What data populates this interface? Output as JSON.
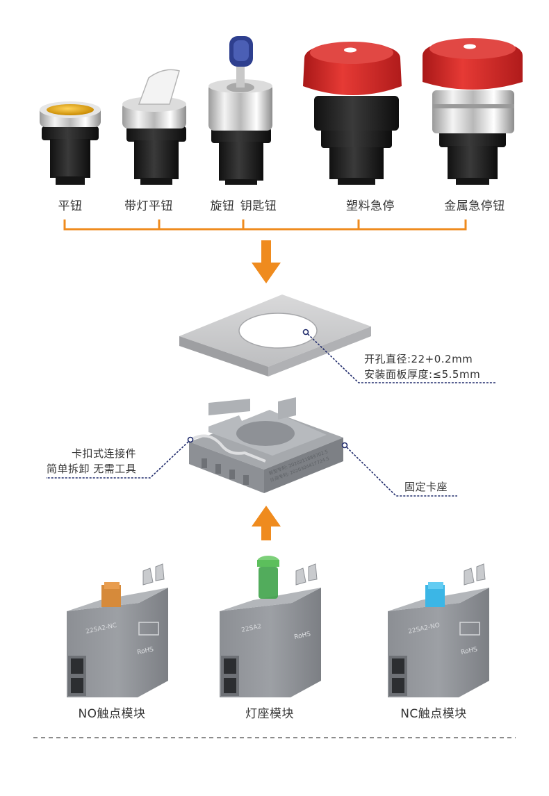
{
  "products": {
    "flat": "平钮",
    "lit_flat": "带灯平钮",
    "rotary": "旋钮",
    "key": "钥匙钮",
    "plastic_estop": "塑料急停",
    "metal_estop": "金属急停钮"
  },
  "panel": {
    "line1": "开孔直径:22+0.2mm",
    "line2": "安装面板厚度:≤5.5mm"
  },
  "bracket": {
    "left_line1": "卡扣式连接件",
    "left_line2": "简单拆卸 无需工具",
    "right": "固定卡座",
    "patent_line1": "新型专利: 2020211889702.5",
    "patent_line2": "外观专利: 2020304417724.5"
  },
  "modules": {
    "no": "NO触点模块",
    "lamp": "灯座模块",
    "nc": "NC触点模块",
    "no_model": "22SA2-NC",
    "lamp_model": "22SA2",
    "nc_model": "22SA2-NO",
    "rohs": "RoHS"
  },
  "colors": {
    "accent_orange": "#ef8b1e",
    "callout_navy": "#1f2a6b",
    "estop_red": "#d42a2a",
    "module_grey": "#8a8d92"
  }
}
